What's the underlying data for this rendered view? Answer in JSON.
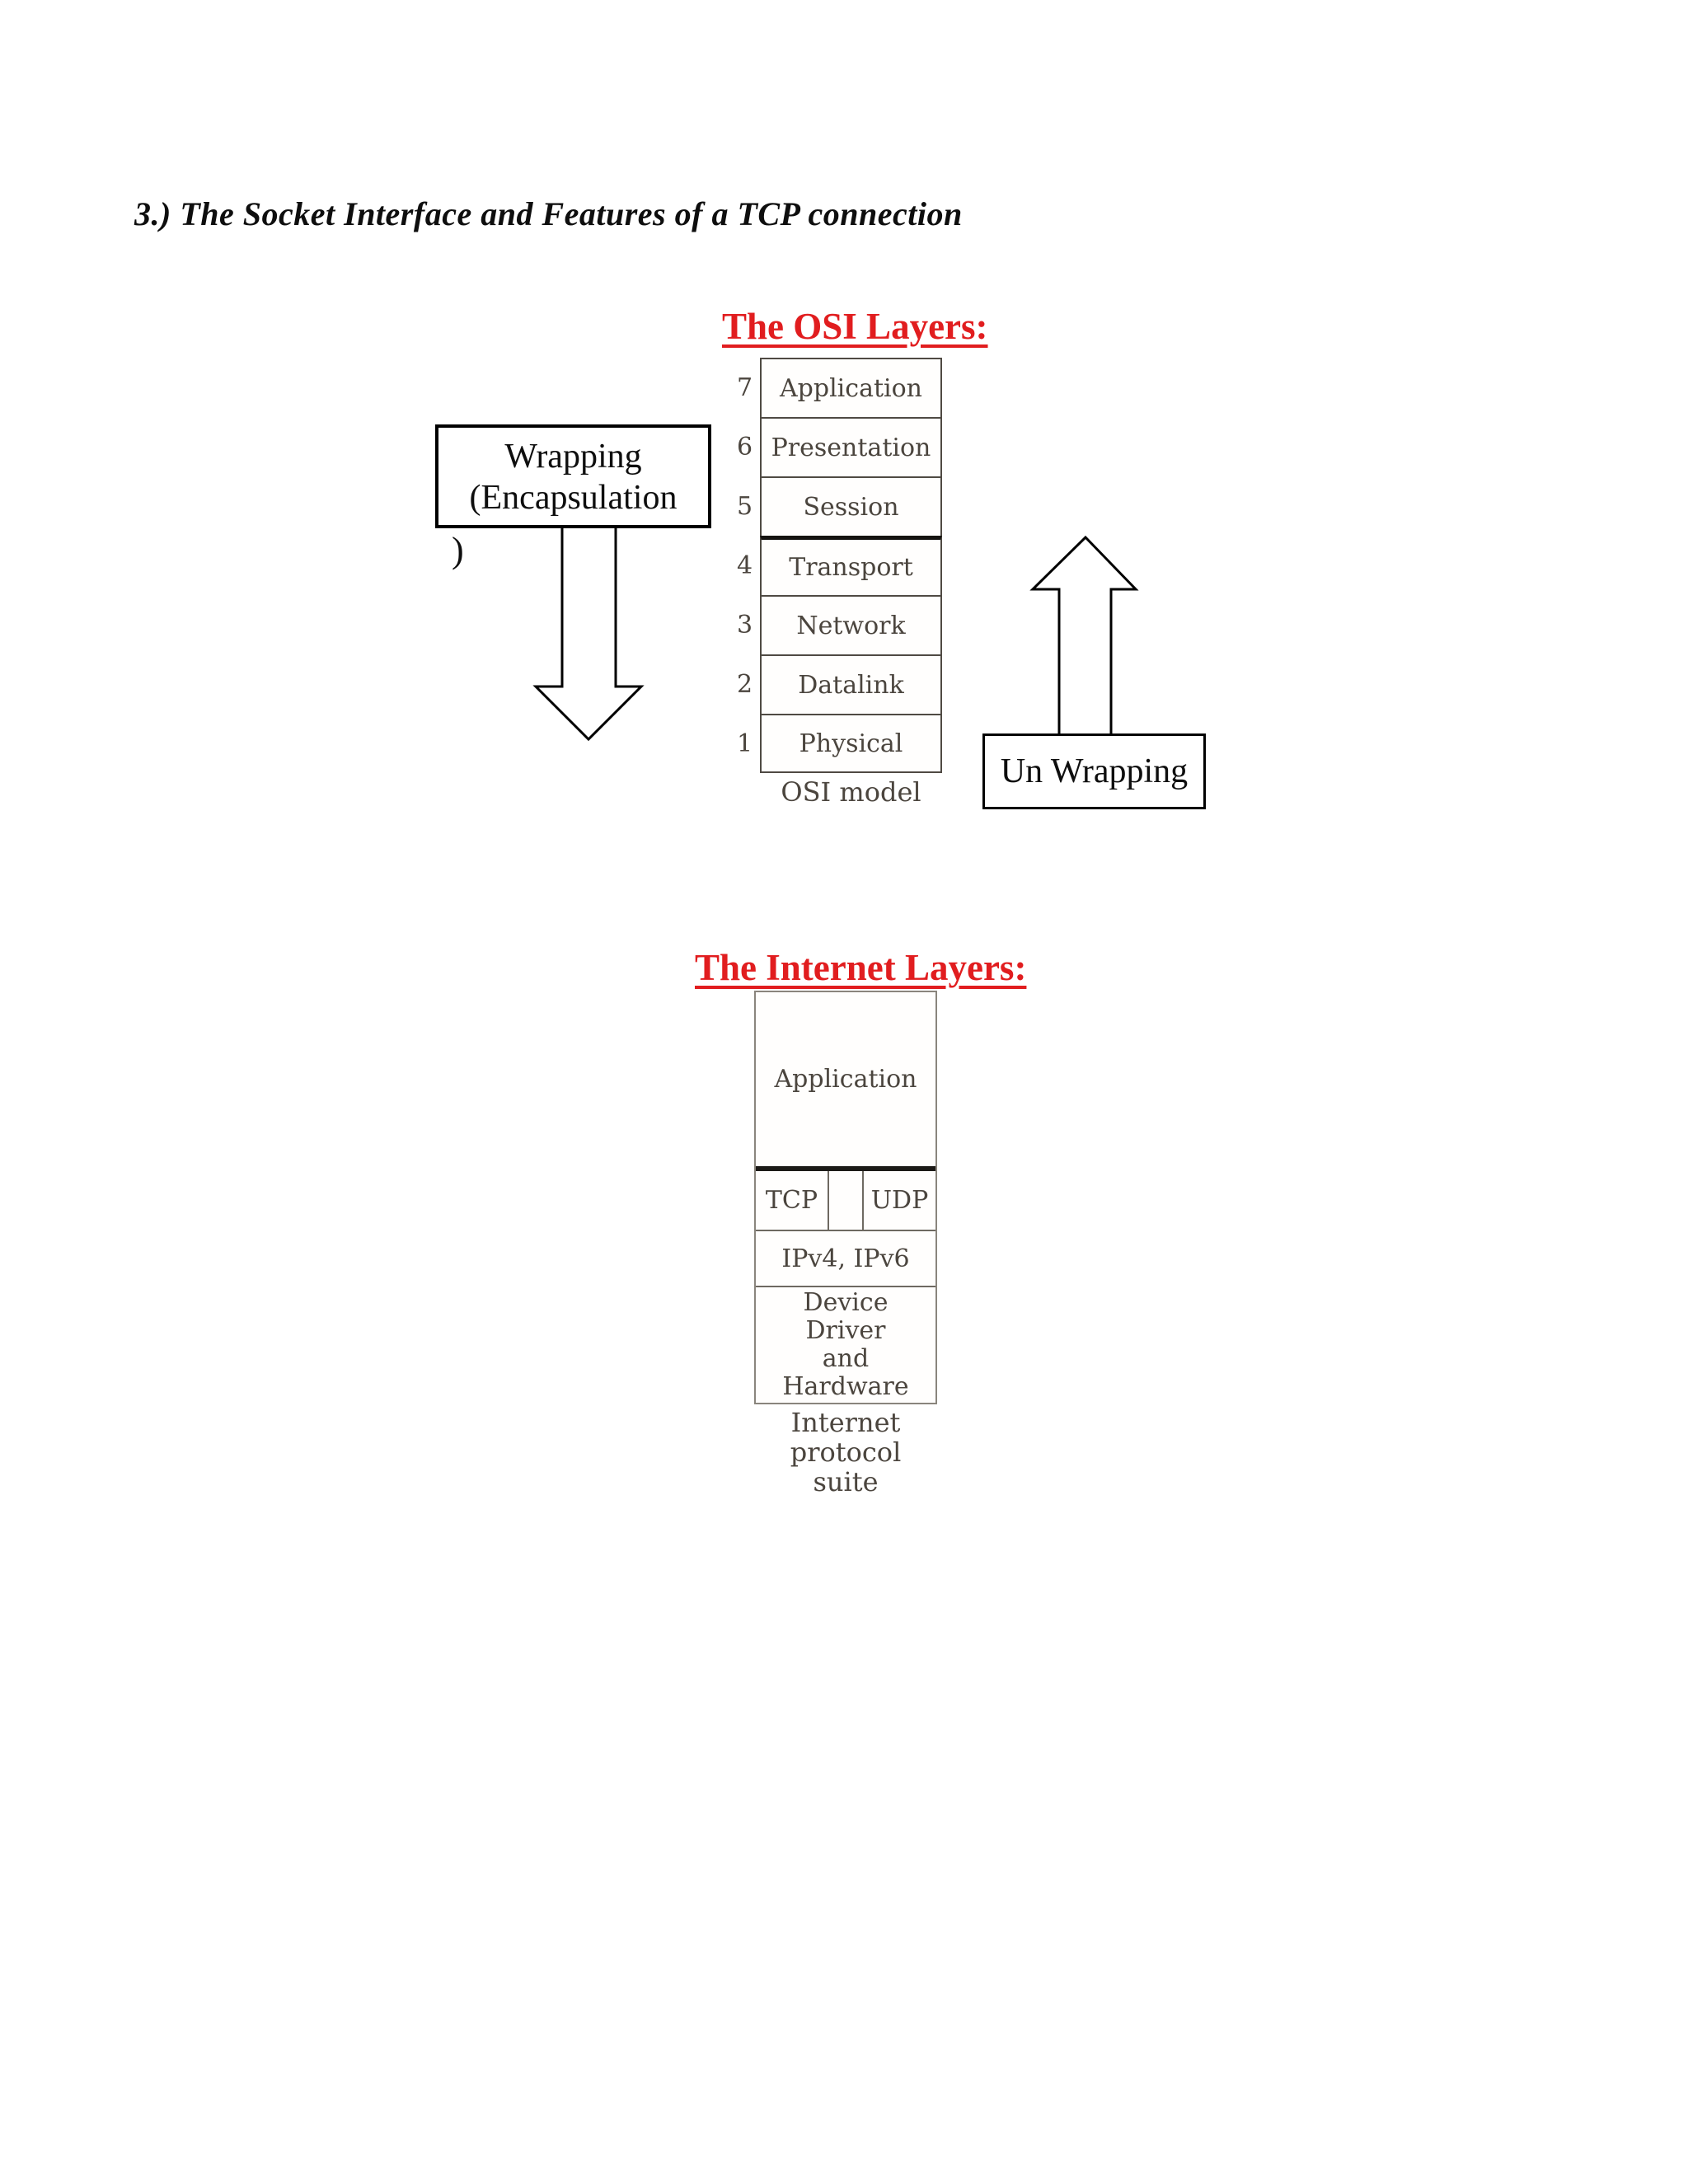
{
  "page": {
    "title": "3.) The Socket Interface and Features of a TCP connection"
  },
  "colors": {
    "heading_red": "#e11d1f",
    "diagram_ink": "#4b453e",
    "line_black": "#000000",
    "page_background": "#ffffff"
  },
  "osi": {
    "heading": "The OSI Layers:",
    "caption": "OSI model",
    "layers": [
      {
        "number": "7",
        "label": "Application"
      },
      {
        "number": "6",
        "label": "Presentation"
      },
      {
        "number": "5",
        "label": "Session"
      },
      {
        "number": "4",
        "label": "Transport"
      },
      {
        "number": "3",
        "label": "Network"
      },
      {
        "number": "2",
        "label": "Datalink"
      },
      {
        "number": "1",
        "label": "Physical"
      }
    ]
  },
  "wrapping": {
    "line1": "Wrapping",
    "line2": "(Encapsulation",
    "overflow": ")"
  },
  "unwrapping": {
    "label": "Un Wrapping"
  },
  "internet": {
    "heading": "The Internet Layers:",
    "application": "Application",
    "tcp": "TCP",
    "udp": "UDP",
    "ip": "IPv4, IPv6",
    "device_lines": [
      "Device",
      "Driver",
      "and",
      "Hardware"
    ],
    "caption_lines": [
      "Internet protocol",
      "suite"
    ]
  }
}
